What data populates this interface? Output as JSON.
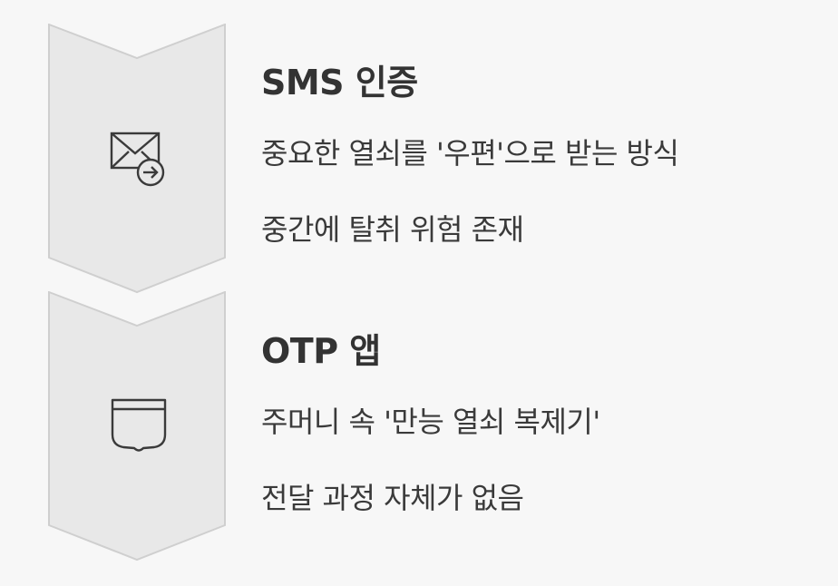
{
  "steps": [
    {
      "icon": "envelope-arrow-icon",
      "title": "SMS 인증",
      "lines": [
        "중요한 열쇠를 '우편'으로 받는 방식",
        "중간에 탈취 위험 존재"
      ]
    },
    {
      "icon": "pocket-icon",
      "title": "OTP 앱",
      "lines": [
        "주머니 속 '만능 열쇠 복제기'",
        "전달 과정 자체가 없음"
      ]
    }
  ],
  "colors": {
    "background": "#f7f7f7",
    "chevron_fill": "#e8e8e8",
    "chevron_stroke": "#cfcfcf",
    "text": "#333333",
    "icon_stroke": "#3a3a3a"
  }
}
